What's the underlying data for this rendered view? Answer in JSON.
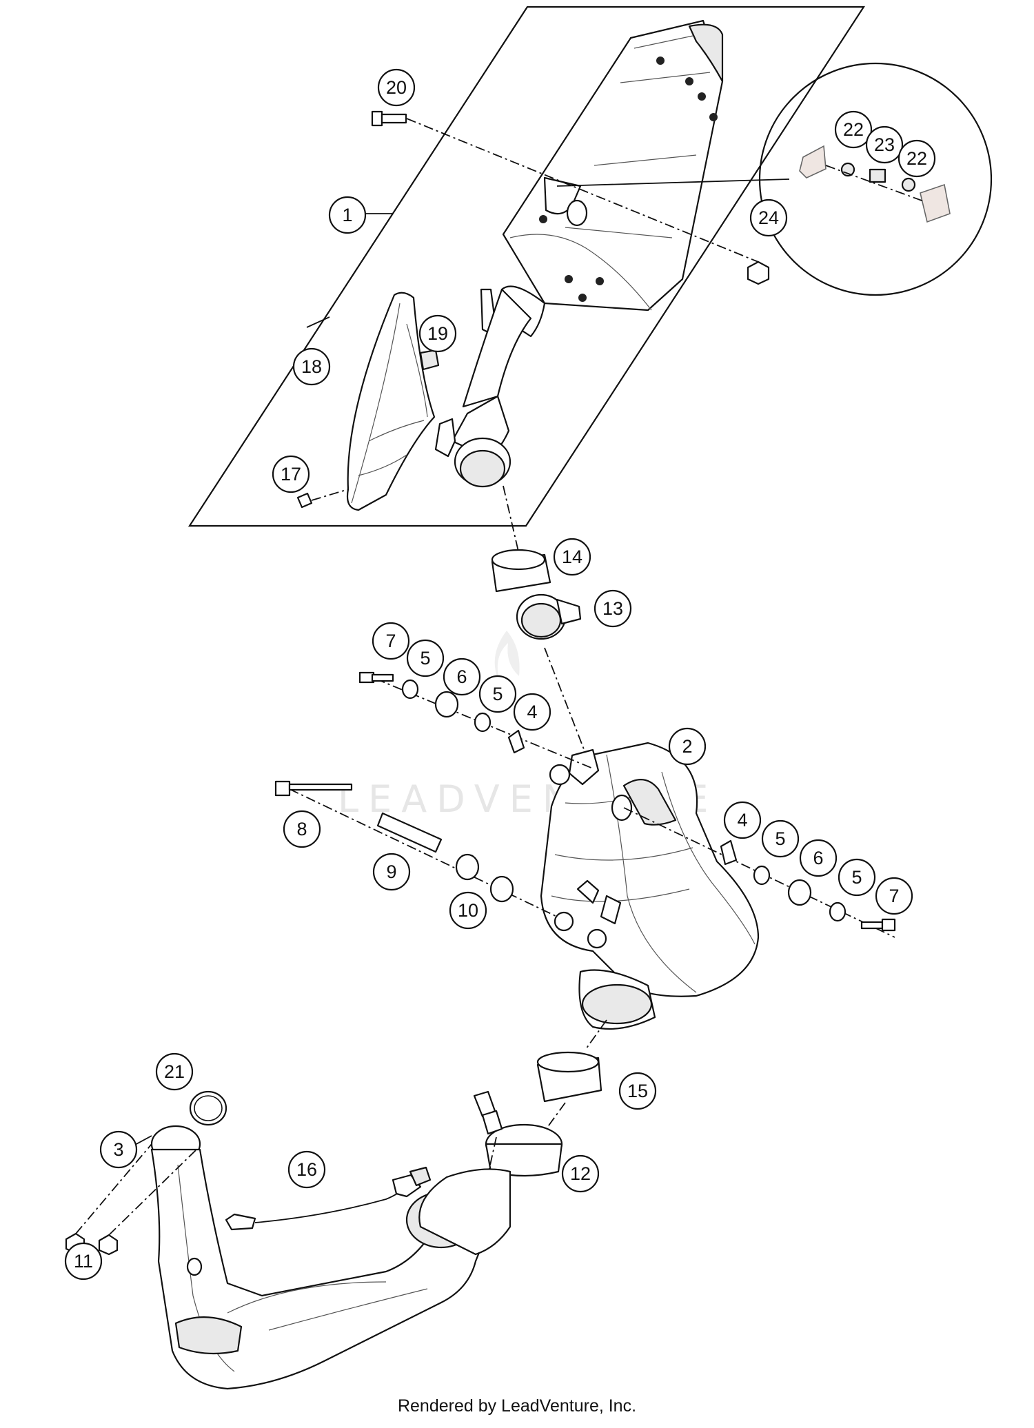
{
  "watermark": "LEADVENTURE",
  "footer_credit": "Rendered by LeadVenture, Inc.",
  "callouts": [
    {
      "id": "c20",
      "number": "20"
    },
    {
      "id": "c1",
      "number": "1"
    },
    {
      "id": "c22a",
      "number": "22"
    },
    {
      "id": "c23",
      "number": "23"
    },
    {
      "id": "c22b",
      "number": "22"
    },
    {
      "id": "c24",
      "number": "24"
    },
    {
      "id": "c19",
      "number": "19"
    },
    {
      "id": "c18",
      "number": "18"
    },
    {
      "id": "c17",
      "number": "17"
    },
    {
      "id": "c14",
      "number": "14"
    },
    {
      "id": "c13",
      "number": "13"
    },
    {
      "id": "c7a",
      "number": "7"
    },
    {
      "id": "c5a",
      "number": "5"
    },
    {
      "id": "c6a",
      "number": "6"
    },
    {
      "id": "c5b",
      "number": "5"
    },
    {
      "id": "c4a",
      "number": "4"
    },
    {
      "id": "c2",
      "number": "2"
    },
    {
      "id": "c8",
      "number": "8"
    },
    {
      "id": "c9",
      "number": "9"
    },
    {
      "id": "c10",
      "number": "10"
    },
    {
      "id": "c4b",
      "number": "4"
    },
    {
      "id": "c5c",
      "number": "5"
    },
    {
      "id": "c6b",
      "number": "6"
    },
    {
      "id": "c5d",
      "number": "5"
    },
    {
      "id": "c7b",
      "number": "7"
    },
    {
      "id": "c21",
      "number": "21"
    },
    {
      "id": "c15",
      "number": "15"
    },
    {
      "id": "c3",
      "number": "3"
    },
    {
      "id": "c16",
      "number": "16"
    },
    {
      "id": "c12",
      "number": "12"
    },
    {
      "id": "c11",
      "number": "11"
    }
  ]
}
